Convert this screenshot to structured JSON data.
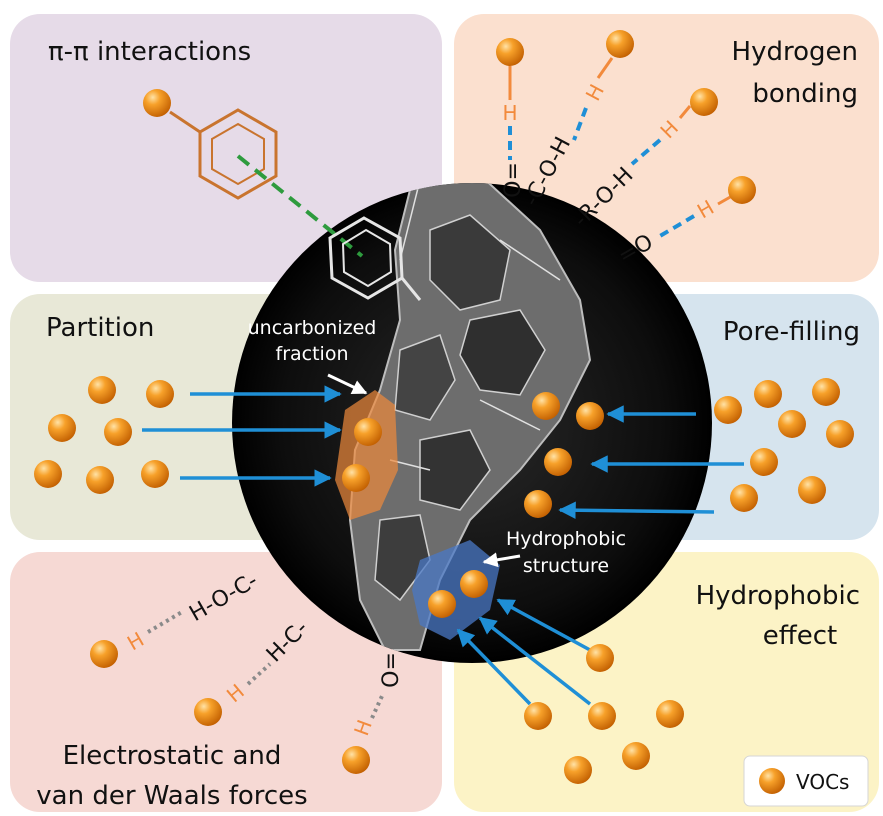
{
  "panels": {
    "pi_pi": {
      "title": "π-π interactions",
      "color": "#e6dbe8"
    },
    "hydrogen": {
      "title_lines": [
        "Hydrogen",
        "bonding"
      ],
      "color": "#fbe0cf"
    },
    "partition": {
      "title": "Partition",
      "color": "#e8e8d7"
    },
    "pore": {
      "title": "Pore-filling",
      "color": "#d6e4ee"
    },
    "electro": {
      "title_lines": [
        "Electrostatic and",
        "van der Waals forces"
      ],
      "color": "#f6d9d4"
    },
    "hydrophobic": {
      "title_lines": [
        "Hydrophobic",
        "effect"
      ],
      "color": "#fcf3c6"
    }
  },
  "annotations": {
    "uncarbonized": [
      "uncarbonized",
      "fraction"
    ],
    "hydrophobic_structure": [
      "Hydrophobic",
      "structure"
    ]
  },
  "bond_labels": {
    "h": "H",
    "o_double": "O=",
    "c_o_h": "-C-O-H",
    "r_o_h": "-R-O-H",
    "eq_o": "=O",
    "h_o_c": "H-O-C-",
    "h_c": "H-C-"
  },
  "legend": {
    "label": "VOCs",
    "icon": "orange-sphere-icon"
  },
  "colors": {
    "sphere": "#f28c0f",
    "arrow": "#1f8fd6",
    "hbond_orange": "#f28a3c",
    "dash_blue": "#1f8fd6",
    "dash_green": "#2e9b3e",
    "dotted_gray": "#8a8a8a",
    "benzene_orange": "#c9742e"
  }
}
